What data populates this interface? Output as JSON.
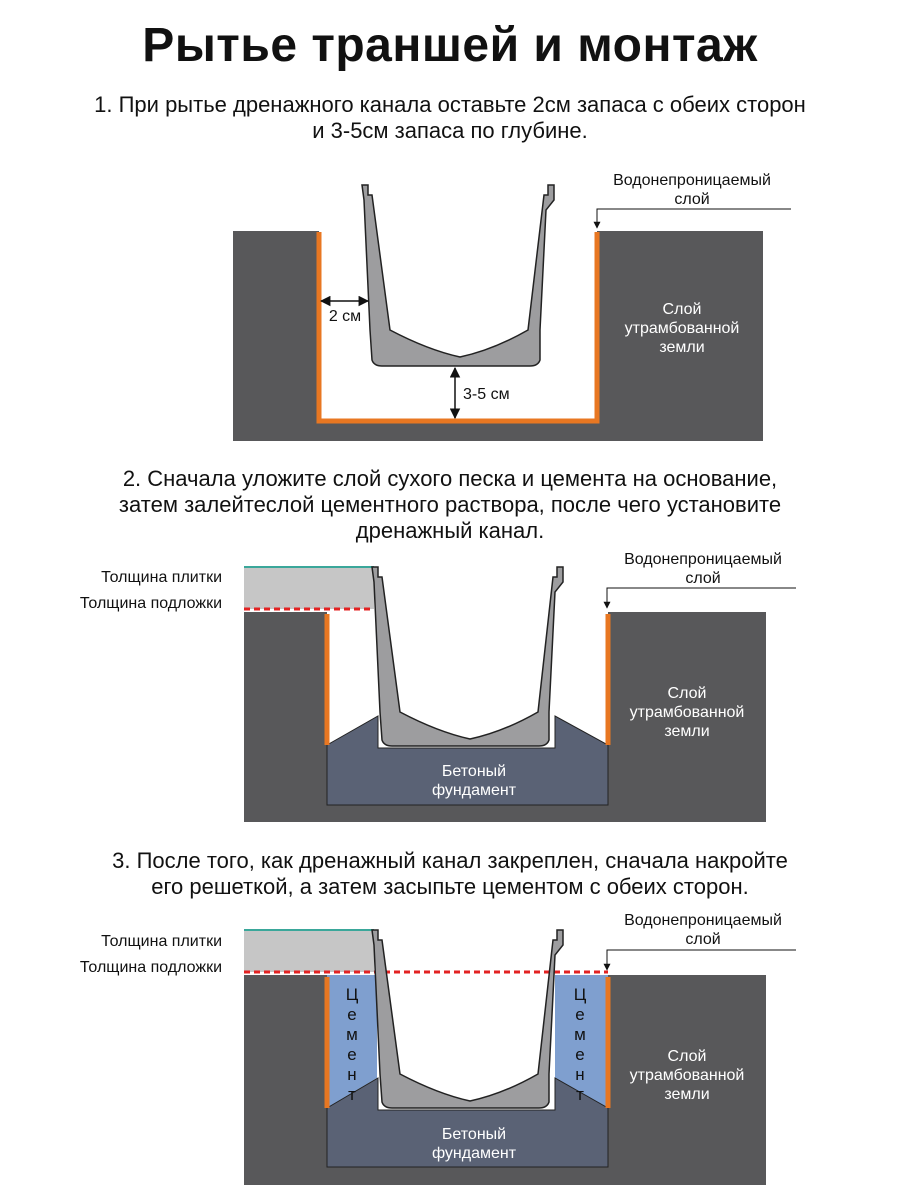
{
  "title": "Рытье траншей и монтаж",
  "steps": [
    {
      "text_line1": "1. При рытье дренажного канала оставьте 2см запаса с обеих сторон",
      "text_line2": "и 3-5см запаса по глубине.",
      "waterproof_line1": "Водонепроницаемый",
      "waterproof_line2": "слой",
      "soil_line1": "Слой",
      "soil_line2": "утрамбованной",
      "soil_line3": "земли",
      "gap_side": "2 см",
      "gap_depth": "3-5 см"
    },
    {
      "text_line1": "2. Сначала уложите слой сухого песка и цемента на основание,",
      "text_line2": "затем залейтеслой цементного раствора, после чего установите",
      "text_line3": "дренажный канал.",
      "tile_label": "Толщина плитки",
      "base_label": "Толщина подложки",
      "waterproof_line1": "Водонепроницаемый",
      "waterproof_line2": "слой",
      "soil_line1": "Слой",
      "soil_line2": "утрамбованной",
      "soil_line3": "земли",
      "foundation_line1": "Бетоный",
      "foundation_line2": "фундамент"
    },
    {
      "text_line1": "3. После того, как дренажный канал закреплен, сначала накройте",
      "text_line2": "его решеткой, а затем засыпьте цементом с обеих сторон.",
      "tile_label": "Толщина плитки",
      "base_label": "Толщина подложки",
      "waterproof_line1": "Водонепроницаемый",
      "waterproof_line2": "слой",
      "soil_line1": "Слой",
      "soil_line2": "утрамбованной",
      "soil_line3": "земли",
      "foundation_line1": "Бетоный",
      "foundation_line2": "фундамент",
      "cement_letters": [
        "Ц",
        "е",
        "м",
        "е",
        "н",
        "т"
      ]
    }
  ],
  "colors": {
    "soil": "#58585a",
    "waterproof": "#e87722",
    "channel": "#9d9d9f",
    "foundation": "#5a6275",
    "cement": "#7f9fcf",
    "tile": "#c6c6c6",
    "tile_edge": "#3aa79a",
    "base_line": "#e32222"
  }
}
